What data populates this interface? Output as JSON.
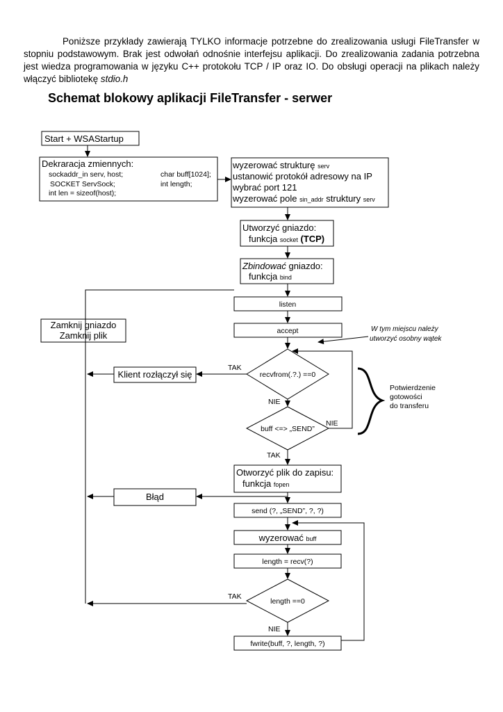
{
  "intro": {
    "text": "Poniższe przykłady zawierają TYLKO informacje potrzebne do zrealizowania usługi FileTransfer w stopniu podstawowym. Brak jest odwołań odnośnie interfejsu aplikacji. Do zrealizowania zadania potrzebna jest wiedza programowania w języku C++ protokołu TCP / IP oraz IO. Do obsługi operacji na plikach należy włączyć bibliotekę",
    "lib": "stdio.h"
  },
  "title": "Schemat blokowy aplikacji FileTransfer - serwer",
  "boxes": {
    "start": "Start + WSAStartup",
    "decl_title": "Dekraracja zmiennych:",
    "decl_l1": "sockaddr_in serv, host;",
    "decl_l2": "SOCKET ServSock;",
    "decl_l3": "int len = sizeof(host);",
    "decl_r1": "char buff[1024];",
    "decl_r2": "int length;",
    "serv_l1": "wyzerować strukturę",
    "serv_l1_sub": "serv",
    "serv_l2": "ustanowić protokół adresowy na IP",
    "serv_l3": "wybrać port 121",
    "serv_l4a": "wyzerować pole",
    "serv_l4_sub1": "sin_addr",
    "serv_l4b": "struktury",
    "serv_l4_sub2": "serv",
    "socket_l1": "Utworzyć gniazdo:",
    "socket_l2a": "funkcja",
    "socket_l2_sub": "socket",
    "socket_l2_bold": "(TCP)",
    "bind_l1_it": "Zbindować",
    "bind_l1": "gniazdo:",
    "bind_l2a": "funkcja",
    "bind_l2_sub": "bind",
    "listen": "listen",
    "accept": "accept",
    "close_l1": "Zamknij gniazdo",
    "close_l2": "Zamknij plik",
    "client_disc": "Klient rozłączył się",
    "recvfrom": "recvfrom(.?.) ==0",
    "buffcmp": "buff <=> „SEND”",
    "open_l1": "Otworzyć plik do zapisu:",
    "open_l2a": "funkcja",
    "open_l2_sub": "fopen",
    "error": "Błąd",
    "send": "send (?, „SEND”, ?, ?)",
    "zero_a": "wyzerować",
    "zero_sub": "buff",
    "recv": "length = recv(?)",
    "lencheck": "length ==0",
    "fwrite": "fwrite(buff, ?, length, ?)"
  },
  "labels": {
    "yes": "TAK",
    "no": "NIE",
    "thread_note_1": "W tym miejscu należy",
    "thread_note_2": "utworzyć osobny wątek",
    "confirm_1": "Potwierdzenie",
    "confirm_2": "gotowości",
    "confirm_3": "do transferu"
  }
}
